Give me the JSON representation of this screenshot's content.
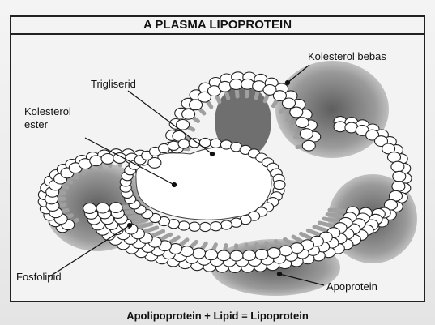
{
  "title": "A PLASMA LIPOPROTEIN",
  "labels": {
    "kolesterol_bebas": "Kolesterol bebas",
    "trigliserid": "Trigliserid",
    "kolesterol_ester_line1": "Kolesterol",
    "kolesterol_ester_line2": "ester",
    "fosfolipid": "Fosfolipid",
    "apoprotein": "Apoprotein"
  },
  "caption": "Apolipoprotein + Lipid = Lipoprotein",
  "colors": {
    "outline": "#222222",
    "apoprotein_fill": "#8c8c8c",
    "core_fill": "#ffffff",
    "tail_fill": "#a0a0a0"
  }
}
